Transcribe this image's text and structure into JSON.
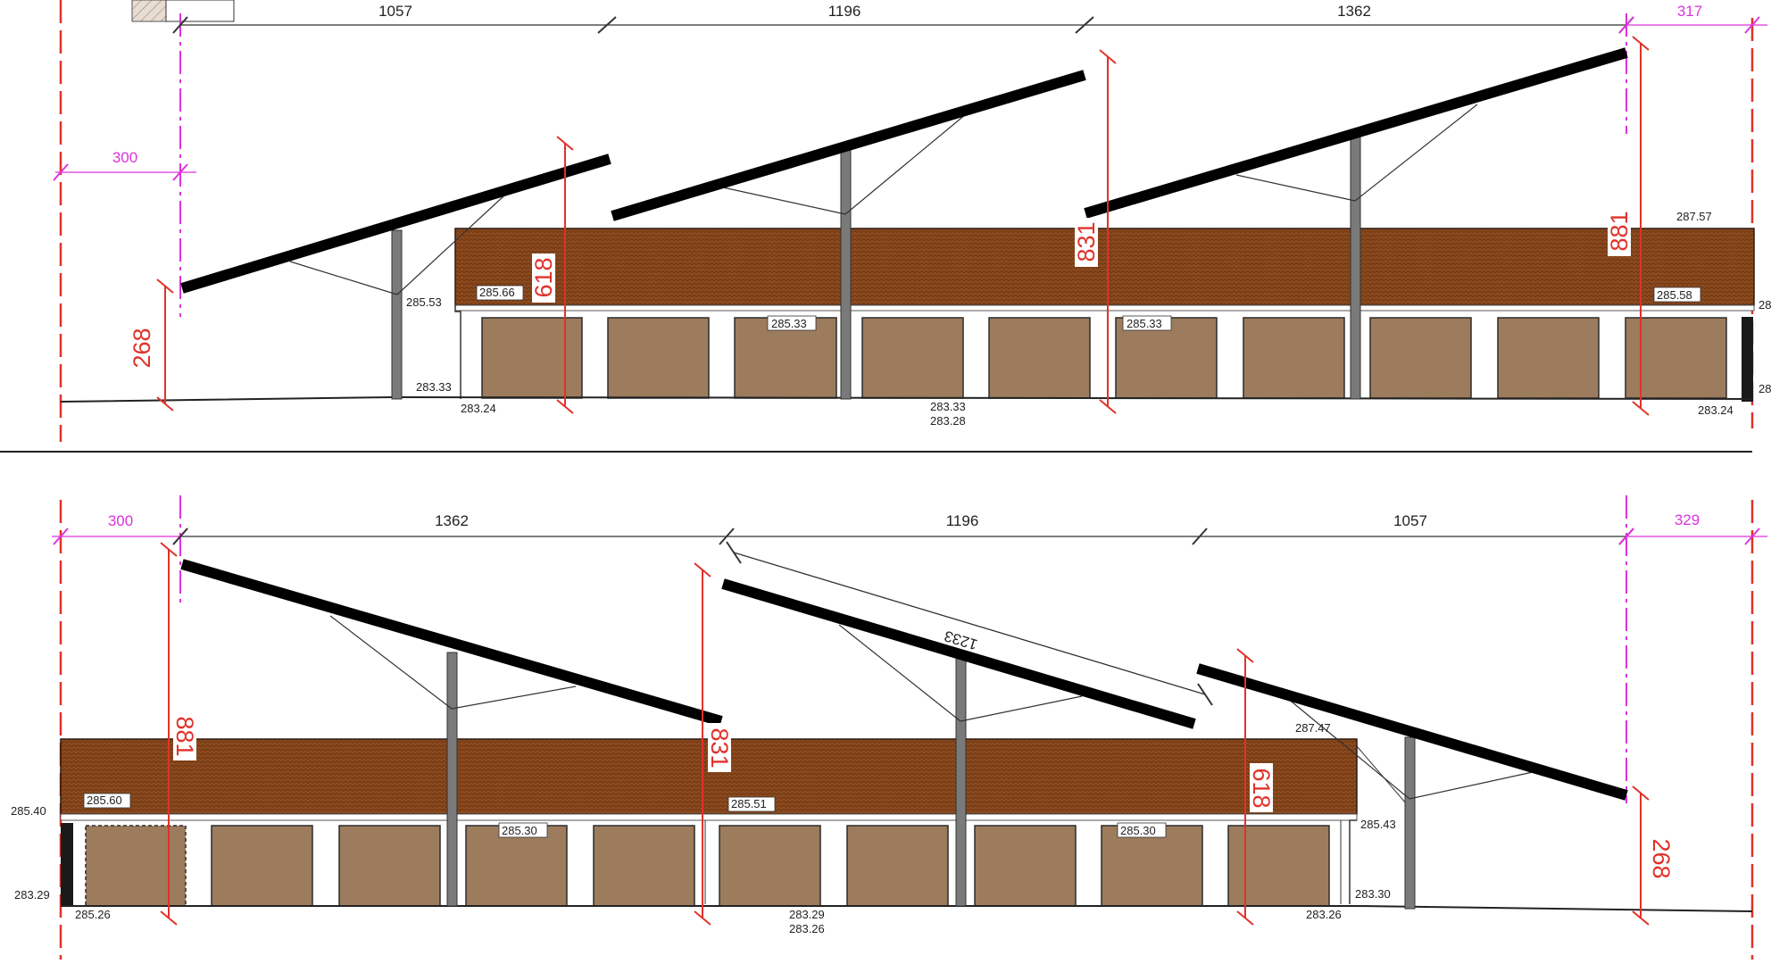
{
  "colors": {
    "roof_tiles": "#8b4a1e",
    "tile_outline": "#6e3612",
    "garage_door": "#9c7c5d",
    "axis_red": "#e0322a",
    "pink": "#dd33dd",
    "panel": "#000000",
    "post": "#7a7a7a"
  },
  "top_elevation": {
    "dims": {
      "d1057": "1057",
      "d1196": "1196",
      "d1362": "1362",
      "d317": "317",
      "d300": "300"
    },
    "heights": {
      "h268": "268",
      "h618": "618",
      "h831": "831",
      "h881": "881"
    },
    "elevations": {
      "e285_53": "285.53",
      "e285_66": "285.66",
      "e285_33a": "285.33",
      "e285_33b": "285.33",
      "e283_33": "283.33",
      "e283_24a": "283.24",
      "e283_33b": "283.33",
      "e283_28": "283.28",
      "e287_57": "287.57",
      "e285_58": "285.58",
      "e283_24b": "283.24",
      "e_cut1": "28",
      "e_cut2": "28"
    }
  },
  "bottom_elevation": {
    "dims": {
      "d300": "300",
      "d1362": "1362",
      "d1196": "1196",
      "d1057": "1057",
      "d329": "329",
      "d1233": "1233"
    },
    "heights": {
      "h881": "881",
      "h831": "831",
      "h618": "618",
      "h268": "268"
    },
    "elevations": {
      "e285_40": "285.40",
      "e285_60": "285.60",
      "e283_29": "283.29",
      "e285_26": "285.26",
      "e285_30a": "285.30",
      "e285_51": "285.51",
      "e283_29b": "283.29",
      "e283_26": "283.26",
      "e285_30b": "285.30",
      "e287_47": "287.47",
      "e285_43": "285.43",
      "e283_30": "283.30",
      "e283_26b": "283.26"
    }
  }
}
